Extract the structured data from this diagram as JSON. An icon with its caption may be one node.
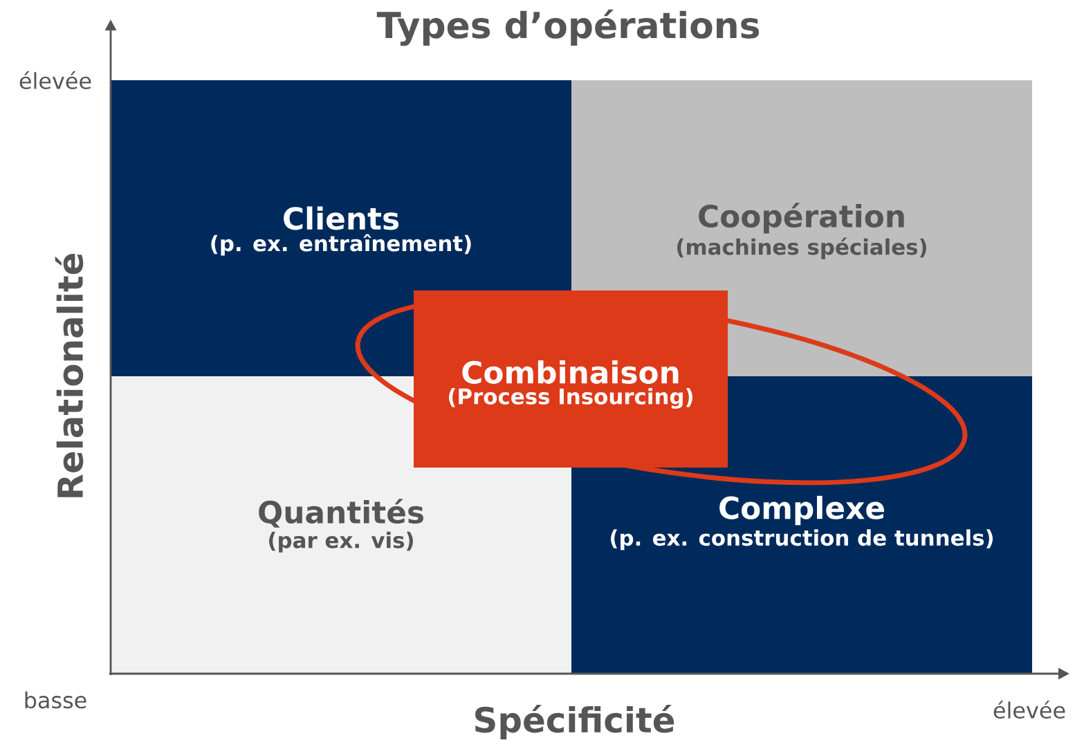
{
  "diagram": {
    "title": "Types d’opérations",
    "nodes": [
      {
        "text": [
          "Clients",
          "(p. ex. entraînement)"
        ]
      },
      {
        "text": [
          "Coopération",
          "(machines spéciales)"
        ]
      },
      {
        "text": [
          "Quantités",
          "(par ex. vis)"
        ]
      },
      {
        "text": [
          "Complexe",
          "(p. ex. construction de tunnels)"
        ]
      },
      {
        "text": [
          "Combinaison",
          "(Process Insourcing)"
        ]
      }
    ],
    "labels": [
      "élevée",
      "Relationalité",
      "basse",
      "Spécificité",
      "élevée"
    ]
  }
}
